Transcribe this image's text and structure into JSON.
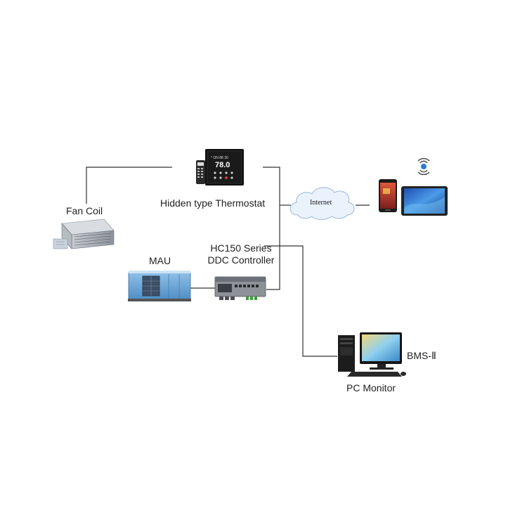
{
  "nodes": {
    "thermostat": {
      "label": "Hidden type Thermostat",
      "display_temp": "78.0",
      "display_small": "° ON 88 30 4"
    },
    "fan_coil": {
      "label": "Fan Coil"
    },
    "mau": {
      "label": "MAU"
    },
    "ddc_controller": {
      "label_line1": "HC150 Series",
      "label_line2": "DDC Controller"
    },
    "internet": {
      "label": "Internet"
    },
    "pc_monitor": {
      "label": "PC Monitor",
      "software": "BMS-Ⅱ"
    }
  },
  "colors": {
    "line": "#333333",
    "cloud": "#e7f0fb",
    "cloud_stroke": "#9ab6d8",
    "mau_body": "#6fa8d8",
    "tablet_screen": "#2f6ed6",
    "phone_screen": "#c83a2a"
  }
}
